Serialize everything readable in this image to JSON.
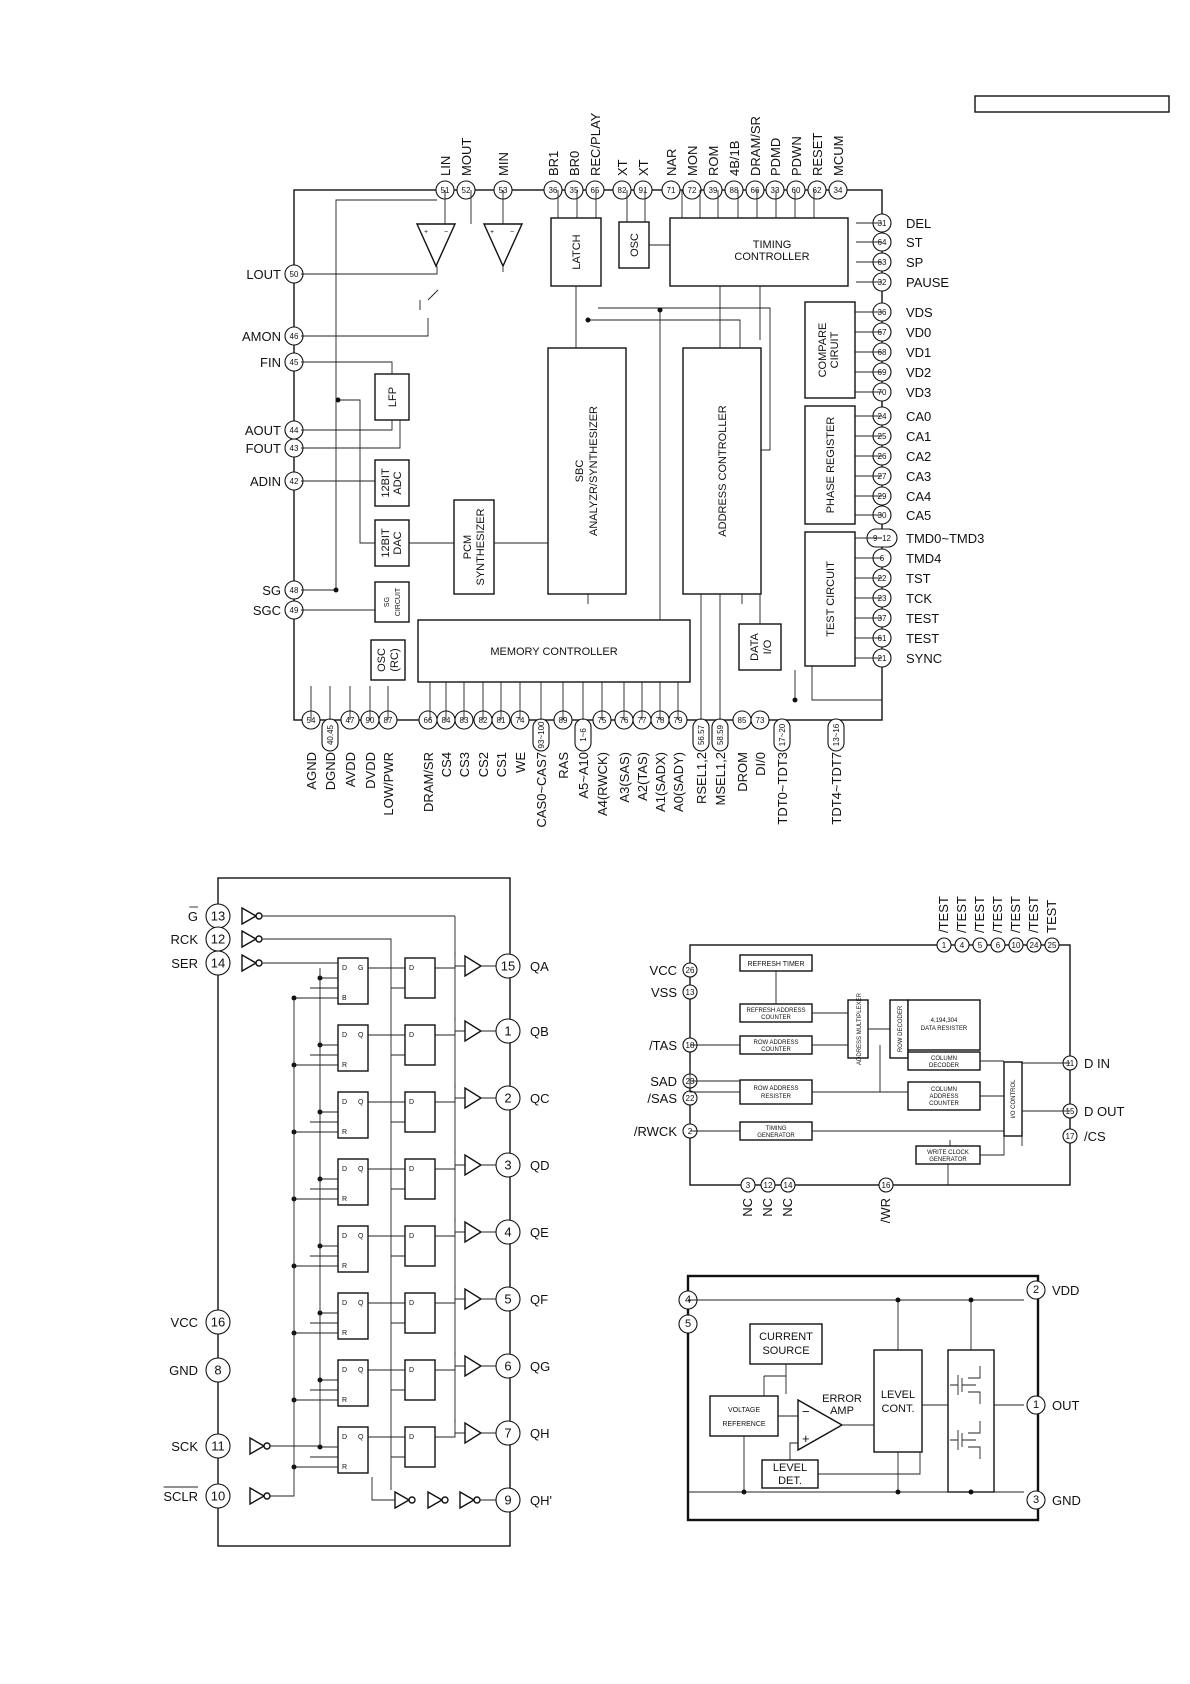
{
  "top": {
    "top_pins": [
      {
        "label": "LIN",
        "pin": "51"
      },
      {
        "label": "MOUT",
        "pin": "52"
      },
      {
        "label": "MIN",
        "pin": "53"
      },
      {
        "label": "BR1",
        "pin": "36"
      },
      {
        "label": "BR0",
        "pin": "35"
      },
      {
        "label": "REC/PLAY",
        "pin": "65"
      },
      {
        "label": "XT",
        "pin": "82"
      },
      {
        "label": "XT",
        "pin": "91"
      },
      {
        "label": "NAR",
        "pin": "71"
      },
      {
        "label": "MON",
        "pin": "72"
      },
      {
        "label": "ROM",
        "pin": "39"
      },
      {
        "label": "4B/1B",
        "pin": "88"
      },
      {
        "label": "DRAM/SR",
        "pin": "66"
      },
      {
        "label": "PDMD",
        "pin": "33"
      },
      {
        "label": "PDWN",
        "pin": "60"
      },
      {
        "label": "RESET",
        "pin": "62"
      },
      {
        "label": "MCUM",
        "pin": "34"
      }
    ],
    "left_pins": [
      {
        "label": "LOUT",
        "pin": "50"
      },
      {
        "label": "AMON",
        "pin": "46"
      },
      {
        "label": "FIN",
        "pin": "45"
      },
      {
        "label": "AOUT",
        "pin": "44"
      },
      {
        "label": "FOUT",
        "pin": "43"
      },
      {
        "label": "ADIN",
        "pin": "42"
      },
      {
        "label": "SG",
        "pin": "48"
      },
      {
        "label": "SGC",
        "pin": "49"
      }
    ],
    "right_pins": [
      {
        "label": "DEL",
        "pin": "31"
      },
      {
        "label": "ST",
        "pin": "64"
      },
      {
        "label": "SP",
        "pin": "63"
      },
      {
        "label": "PAUSE",
        "pin": "32"
      },
      {
        "label": "VDS",
        "pin": "36"
      },
      {
        "label": "VD0",
        "pin": "67"
      },
      {
        "label": "VD1",
        "pin": "68"
      },
      {
        "label": "VD2",
        "pin": "69"
      },
      {
        "label": "VD3",
        "pin": "70"
      },
      {
        "label": "CA0",
        "pin": "24"
      },
      {
        "label": "CA1",
        "pin": "25"
      },
      {
        "label": "CA2",
        "pin": "26"
      },
      {
        "label": "CA3",
        "pin": "27"
      },
      {
        "label": "CA4",
        "pin": "29"
      },
      {
        "label": "CA5",
        "pin": "30"
      },
      {
        "label": "TMD0~TMD3",
        "pin": "9~12"
      },
      {
        "label": "TMD4",
        "pin": "6"
      },
      {
        "label": "TST",
        "pin": "22"
      },
      {
        "label": "TCK",
        "pin": "23"
      },
      {
        "label": "TEST",
        "pin": "37"
      },
      {
        "label": "TEST",
        "pin": "61"
      },
      {
        "label": "SYNC",
        "pin": "21"
      }
    ],
    "bottom_pins": [
      {
        "label": "AGND",
        "pin": "54"
      },
      {
        "label": "DGND",
        "pin": "40.45"
      },
      {
        "label": "AVDD",
        "pin": "47"
      },
      {
        "label": "DVDD",
        "pin": "90"
      },
      {
        "label": "LOW/PWR",
        "pin": "87"
      },
      {
        "label": "DRAM/SR",
        "pin": "66"
      },
      {
        "label": "CS4",
        "pin": "84"
      },
      {
        "label": "CS3",
        "pin": "83"
      },
      {
        "label": "CS2",
        "pin": "82"
      },
      {
        "label": "CS1",
        "pin": "81"
      },
      {
        "label": "WE",
        "pin": "74"
      },
      {
        "label": "CAS0~CAS7",
        "pin": "93~100"
      },
      {
        "label": "RAS",
        "pin": "89"
      },
      {
        "label": "A5~A10",
        "pin": "1~6"
      },
      {
        "label": "A4(RWCK)",
        "pin": "75"
      },
      {
        "label": "A3(SAS)",
        "pin": "76"
      },
      {
        "label": "A2(TAS)",
        "pin": "77"
      },
      {
        "label": "A1(SADX)",
        "pin": "78"
      },
      {
        "label": "A0(SADY)",
        "pin": "79"
      },
      {
        "label": "RSEL1,2",
        "pin": "56.57"
      },
      {
        "label": "MSEL1,2",
        "pin": "58.59"
      },
      {
        "label": "DROM",
        "pin": "85"
      },
      {
        "label": "DI/0",
        "pin": "73"
      },
      {
        "label": "TDT0~TDT3",
        "pin": "17~20"
      },
      {
        "label": "TDT4~TDT7",
        "pin": "13~16"
      }
    ],
    "blocks": {
      "latch": "LATCH",
      "osc": "OSC",
      "timing_1": "TIMING",
      "timing_2": "CONTROLLER",
      "compare_1": "COMPARE",
      "compare_2": "CIRUIT",
      "phase": "PHASE REGISTER",
      "test": "TEST CIRCUIT",
      "lfp": "LFP",
      "adc_1": "12BIT",
      "adc_2": "ADC",
      "dac_1": "12BIT",
      "dac_2": "DAC",
      "pcm_1": "PCM",
      "pcm_2": "SYNTHESIZER",
      "sbc_1": "SBC",
      "sbc_2": "ANALYZR/SYNTHESIZER",
      "addr": "ADDRESS CONTROLLER",
      "sg_1": "SG",
      "sg_2": "CIRCUIT",
      "oscrc_1": "OSC",
      "oscrc_2": "(RC)",
      "mem": "MEMORY CONTROLLER",
      "data_1": "DATA",
      "data_2": "I/O"
    }
  },
  "shift": {
    "left_pins": [
      {
        "label": "G",
        "pin": "13"
      },
      {
        "label": "RCK",
        "pin": "12"
      },
      {
        "label": "SER",
        "pin": "14"
      },
      {
        "label": "VCC",
        "pin": "16"
      },
      {
        "label": "GND",
        "pin": "8"
      },
      {
        "label": "SCK",
        "pin": "11"
      },
      {
        "label": "SCLR",
        "pin": "10"
      }
    ],
    "right_pins": [
      {
        "label": "QA",
        "pin": "15"
      },
      {
        "label": "QB",
        "pin": "1"
      },
      {
        "label": "QC",
        "pin": "2"
      },
      {
        "label": "QD",
        "pin": "3"
      },
      {
        "label": "QE",
        "pin": "4"
      },
      {
        "label": "QF",
        "pin": "5"
      },
      {
        "label": "QG",
        "pin": "6"
      },
      {
        "label": "QH",
        "pin": "7"
      },
      {
        "label": "QH'",
        "pin": "9"
      }
    ],
    "ff_labels": {
      "d": "D",
      "q": "Q",
      "r": "R",
      "b": "B",
      "g": "G"
    }
  },
  "dram": {
    "top_pins": [
      {
        "label": "/TEST",
        "pin": "1"
      },
      {
        "label": "/TEST",
        "pin": "4"
      },
      {
        "label": "/TEST",
        "pin": "5"
      },
      {
        "label": "/TEST",
        "pin": "6"
      },
      {
        "label": "/TEST",
        "pin": "10"
      },
      {
        "label": "/TEST",
        "pin": "24"
      },
      {
        "label": "TEST",
        "pin": "25"
      }
    ],
    "left_pins": [
      {
        "label": "VCC",
        "pin": "26"
      },
      {
        "label": "VSS",
        "pin": "13"
      },
      {
        "label": "/TAS",
        "pin": "18"
      },
      {
        "label": "SAD",
        "pin": "23"
      },
      {
        "label": "/SAS",
        "pin": "22"
      },
      {
        "label": "/RWCK",
        "pin": "2"
      }
    ],
    "right_pins": [
      {
        "label": "D IN",
        "pin": "11"
      },
      {
        "label": "D OUT",
        "pin": "15"
      },
      {
        "label": "/CS",
        "pin": "17"
      }
    ],
    "bottom_pins": [
      {
        "label": "NC",
        "pin": "3"
      },
      {
        "label": "NC",
        "pin": "12"
      },
      {
        "label": "NC",
        "pin": "14"
      },
      {
        "label": "/WR",
        "pin": "16"
      }
    ],
    "blocks": {
      "refresh_timer": "REFRESH TIMER",
      "refresh_addr_1": "REFRESH ADDRESS",
      "refresh_addr_2": "COUNTER",
      "row_counter_1": "ROW ADDRESS",
      "row_counter_2": "COUNTER",
      "row_reg_1": "ROW ADDRESS",
      "row_reg_2": "RESISTER",
      "timing_1": "TIMING",
      "timing_2": "GENERATOR",
      "mux": "ADDRESS MULTIPLEXER",
      "row_dec": "ROW DECODER",
      "data_1": "4,194,304",
      "data_2": "DATA RESISTER",
      "col_dec_1": "COLUMN",
      "col_dec_2": "DECODER",
      "col_cnt_1": "COLUMN",
      "col_cnt_2": "ADDRESS",
      "col_cnt_3": "COUNTER",
      "io": "I/O CONTROL",
      "wclk_1": "WRITE CLOCK",
      "wclk_2": "GENERATOR"
    }
  },
  "reg": {
    "left_pins": [
      {
        "pin": "4"
      },
      {
        "pin": "5"
      }
    ],
    "right_pins": [
      {
        "label": "VDD",
        "pin": "2"
      },
      {
        "label": "OUT",
        "pin": "1"
      },
      {
        "label": "GND",
        "pin": "3"
      }
    ],
    "blocks": {
      "current_1": "CURRENT",
      "current_2": "SOURCE",
      "vref_1": "VOLTAGE",
      "vref_2": "REFERENCE",
      "err_1": "ERROR",
      "err_2": "AMP",
      "level_1": "LEVEL",
      "level_2": "CONT.",
      "det_1": "LEVEL",
      "det_2": "DET.",
      "minus": "−",
      "plus": "+"
    }
  }
}
